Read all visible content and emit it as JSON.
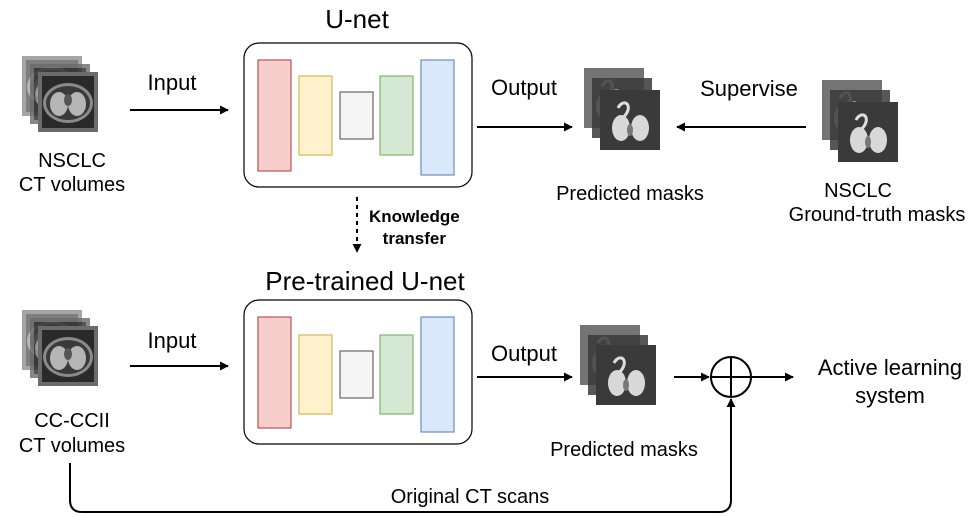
{
  "top": {
    "title": "U-net",
    "input_label": "Input",
    "output_label": "Output",
    "supervise_label": "Supervise",
    "left_caption_1": "NSCLC",
    "left_caption_2": "CT volumes",
    "masks_caption": "Predicted masks",
    "gt_caption_1": "NSCLC",
    "gt_caption_2": "Ground-truth masks"
  },
  "transfer": {
    "line1": "Knowledge",
    "line2": "transfer"
  },
  "bottom": {
    "title": "Pre-trained U-net",
    "input_label": "Input",
    "output_label": "Output",
    "left_caption_1": "CC-CCII",
    "left_caption_2": "CT volumes",
    "masks_caption": "Predicted masks",
    "result_1": "Active learning",
    "result_2": "system",
    "loop_label": "Original CT scans"
  },
  "colors": {
    "block1_fill": "#f8cecc",
    "block1_stroke": "#b85450",
    "block2_fill": "#fff2cc",
    "block2_stroke": "#d6b656",
    "block3_fill": "#f5f5f5",
    "block3_stroke": "#666666",
    "block4_fill": "#d5e8d4",
    "block4_stroke": "#82b366",
    "block5_fill": "#dae8fc",
    "block5_stroke": "#6c8ebf"
  }
}
